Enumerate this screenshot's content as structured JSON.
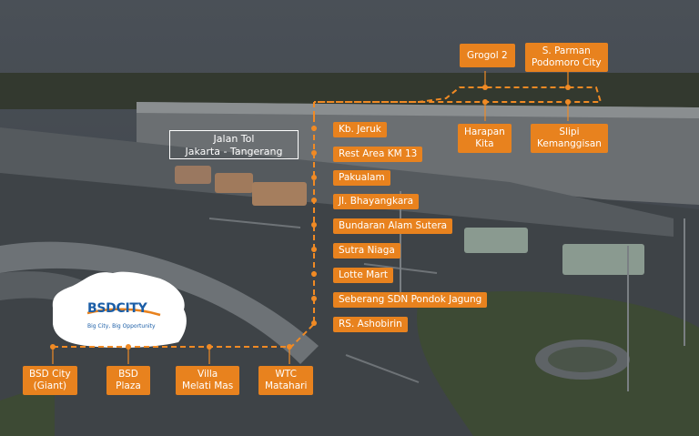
{
  "route": {
    "highway_label": [
      "Jalan Tol",
      "Jakarta - Tangerang"
    ],
    "stops_vertical": [
      "Kb. Jeruk",
      "Rest Area KM 13",
      "Pakualam",
      "Jl. Bhayangkara",
      "Bundaran Alam Sutera",
      "Sutra Niaga",
      "Lotte Mart",
      "Seberang SDN Pondok Jagung",
      "RS. Ashobirin"
    ],
    "stops_bottom": [
      [
        "BSD City",
        "(Giant)"
      ],
      [
        "BSD",
        "Plaza"
      ],
      [
        "Villa",
        "Melati Mas"
      ],
      [
        "WTC",
        "Matahari"
      ]
    ],
    "stops_top": [
      [
        "Grogol 2"
      ],
      [
        "S. Parman",
        "Podomoro City"
      ]
    ],
    "stops_upper": [
      [
        "Harapan",
        "Kita"
      ],
      [
        "Slipi",
        "Kemanggisan"
      ]
    ]
  },
  "logo": {
    "brand": "BSDCITY",
    "tagline": "Big City, Big Opportunity"
  },
  "colors": {
    "accent": "#e8821e",
    "line": "#f08a24",
    "overlay": "#2d3034",
    "logo_blue": "#1b5ea7"
  }
}
